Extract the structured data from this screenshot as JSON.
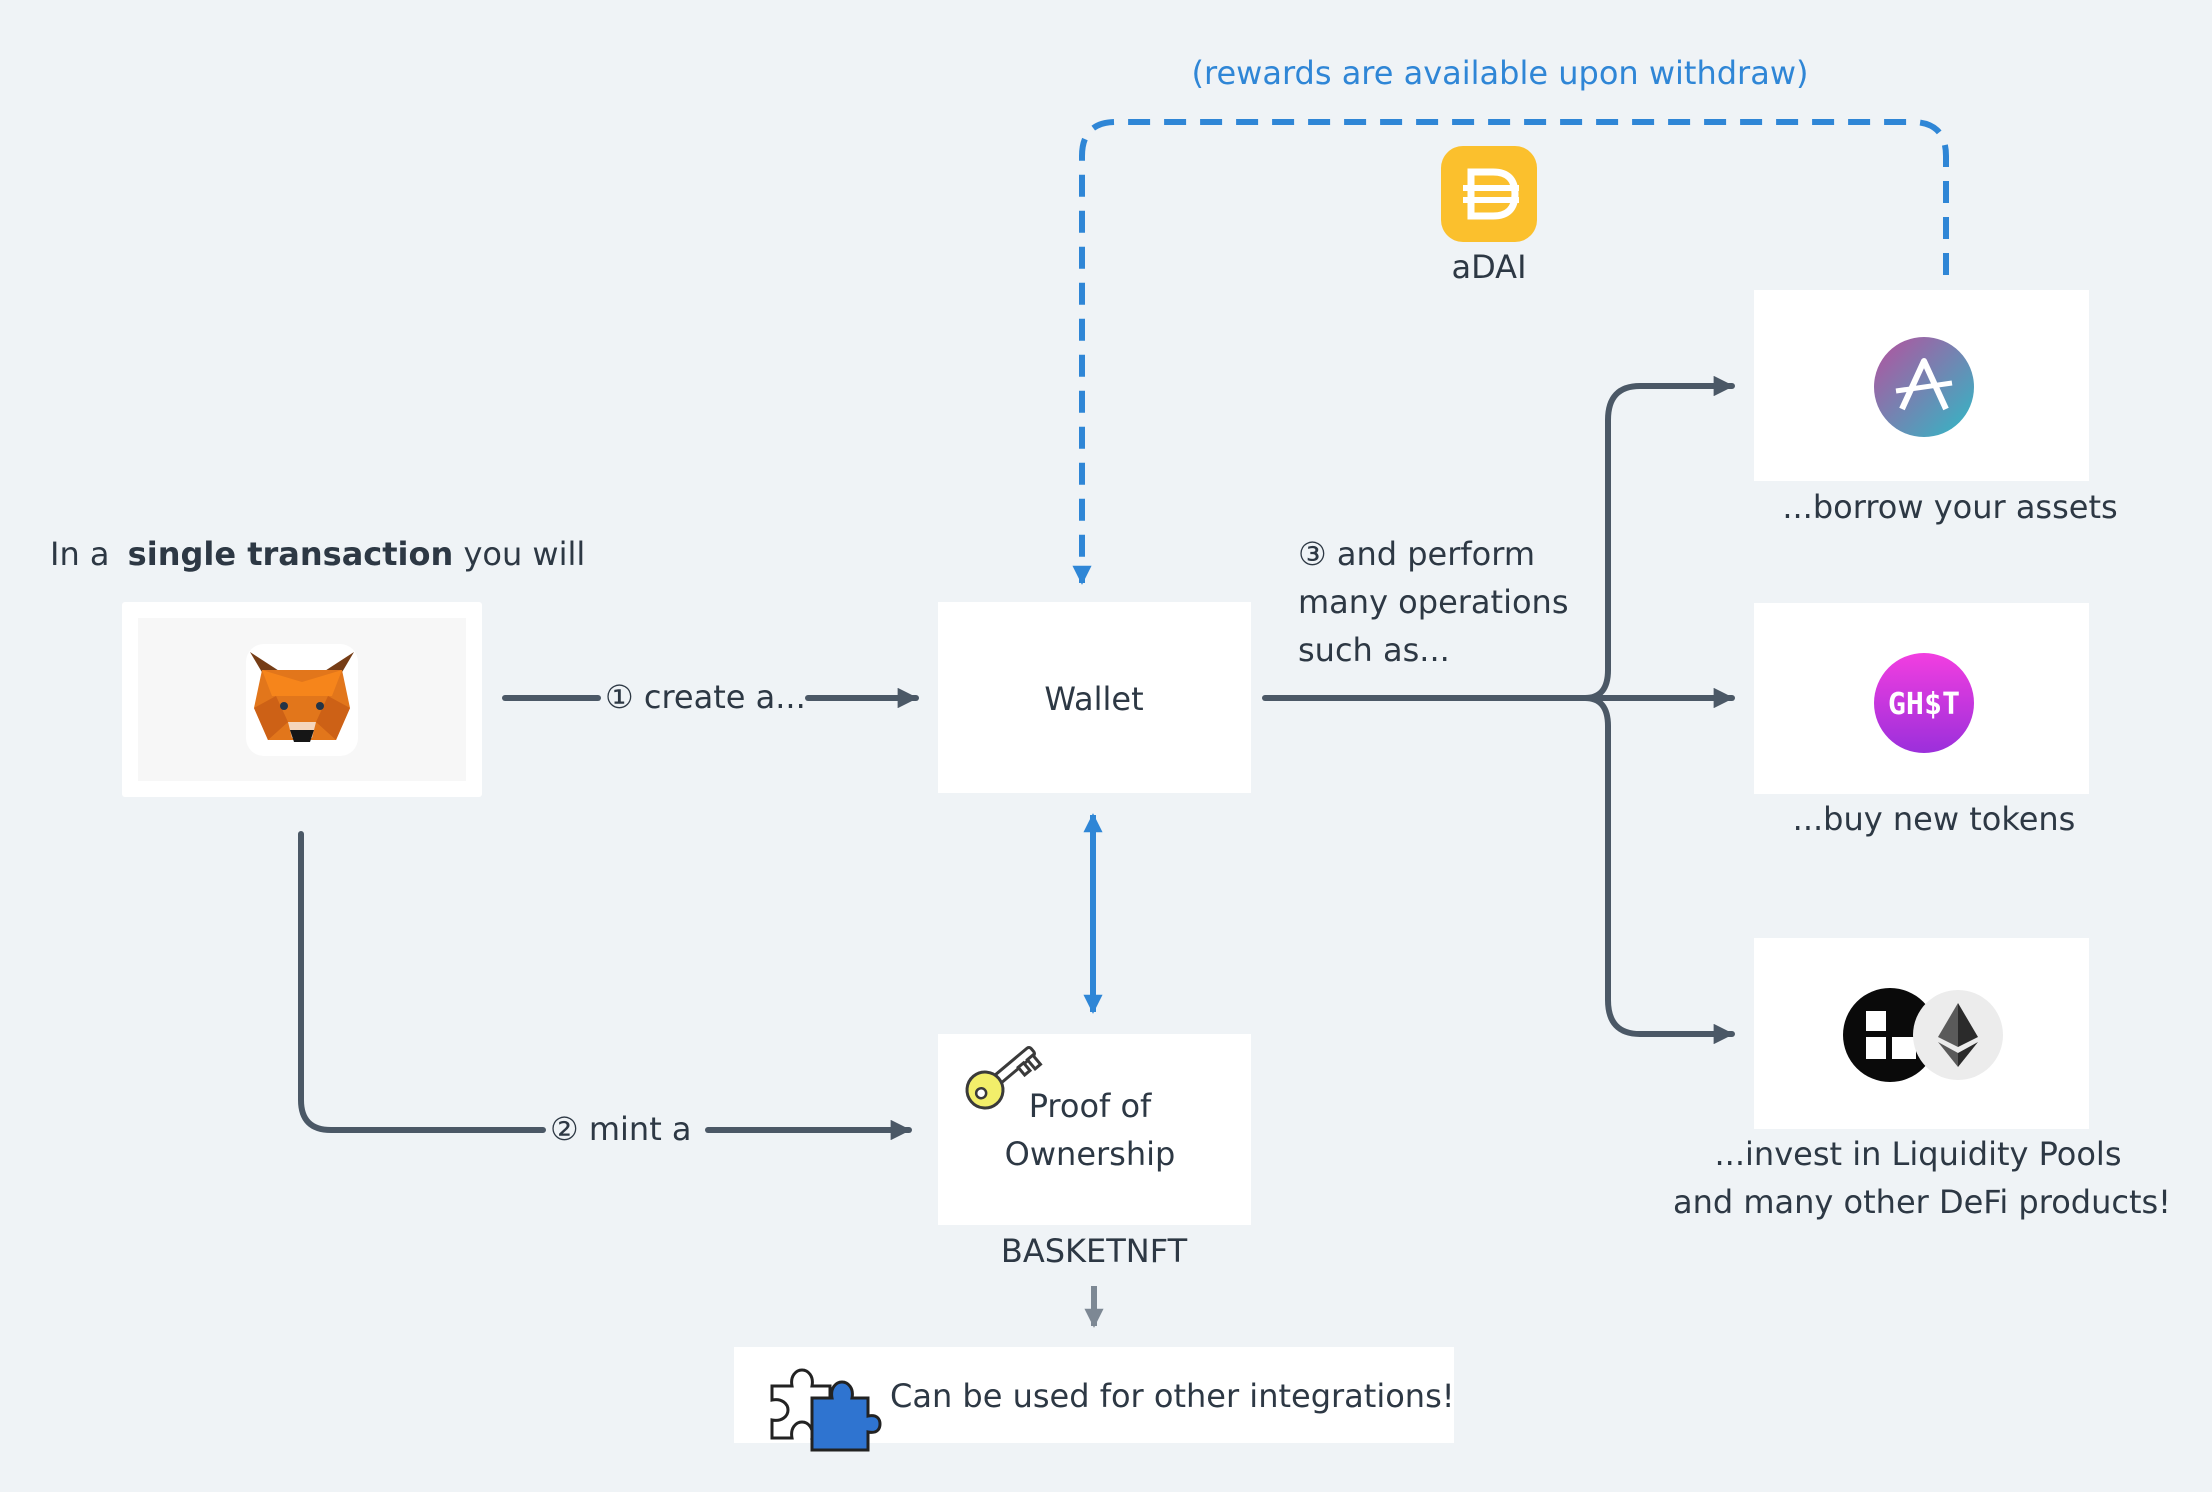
{
  "intro": {
    "prefix": "In a ",
    "bold": "single transaction",
    "suffix": " you will"
  },
  "steps": {
    "create": "① create a...",
    "mint": "② mint a",
    "perform_line1": "③ and perform",
    "perform_line2": "many operations",
    "perform_line3": "such as..."
  },
  "nodes": {
    "wallet": "Wallet",
    "proof_line1": "Proof of",
    "proof_line2": "Ownership",
    "basketnft": "BASKETNFT",
    "integrations": "Can be used for other integrations!"
  },
  "rewards": {
    "note": "(rewards are available upon withdraw)",
    "token": "aDAI"
  },
  "operations": {
    "borrow": "...borrow your assets",
    "buy": "...buy new tokens",
    "invest_line1": "...invest in Liquidity Pools",
    "invest_line2": "and many other DeFi products!"
  },
  "logos": {
    "ghst": "GH$T"
  },
  "icons": [
    "metamask-fox-icon",
    "key-icon",
    "puzzle-icon",
    "dai-icon",
    "aave-icon",
    "ghst-icon",
    "balancer-icon",
    "ethereum-icon"
  ],
  "colors": {
    "background": "#eff3f6",
    "connector": "#4b5866",
    "accent_blue": "#2f86d6",
    "dai": "#fbc02d",
    "aave_start": "#b6509e",
    "aave_end": "#2ebac6",
    "ghst": "#e33de0"
  }
}
